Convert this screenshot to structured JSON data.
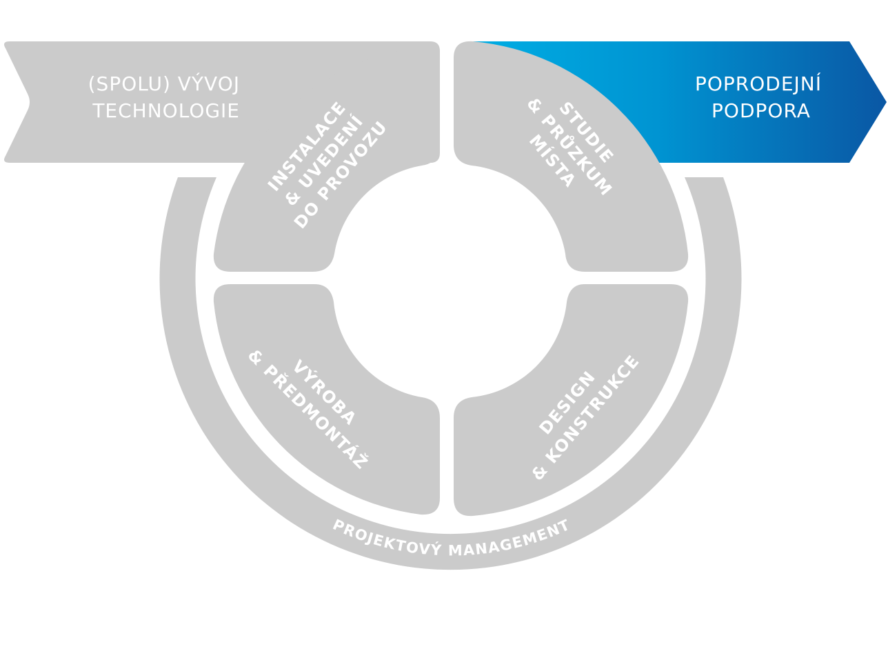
{
  "colors": {
    "gray": "#cbcbcb",
    "blue_light": "#00aee4",
    "blue_dark": "#0a57a4",
    "text": "#ffffff"
  },
  "banners": {
    "left": {
      "line1": "(SPOLU) VÝVOJ",
      "line2": "TECHNOLOGIE"
    },
    "right": {
      "line1": "POPRODEJNÍ",
      "line2": "PODPORA"
    }
  },
  "quadrants": {
    "top_left": {
      "line1": "INSTALACE",
      "line2": "& UVEDENÍ",
      "line3": "DO PROVOZU"
    },
    "top_right": {
      "line1": "STUDIE",
      "line2": "& PRŮZKUM",
      "line3": "MÍSTA"
    },
    "bottom_left": {
      "line1": "VÝROBA",
      "line2": "& PŘEDMONTÁŽ"
    },
    "bottom_right": {
      "line1": "DESIGN",
      "line2": "& KONSTRUKCE"
    }
  },
  "ring_label": "PROJEKTOVÝ MANAGEMENT"
}
